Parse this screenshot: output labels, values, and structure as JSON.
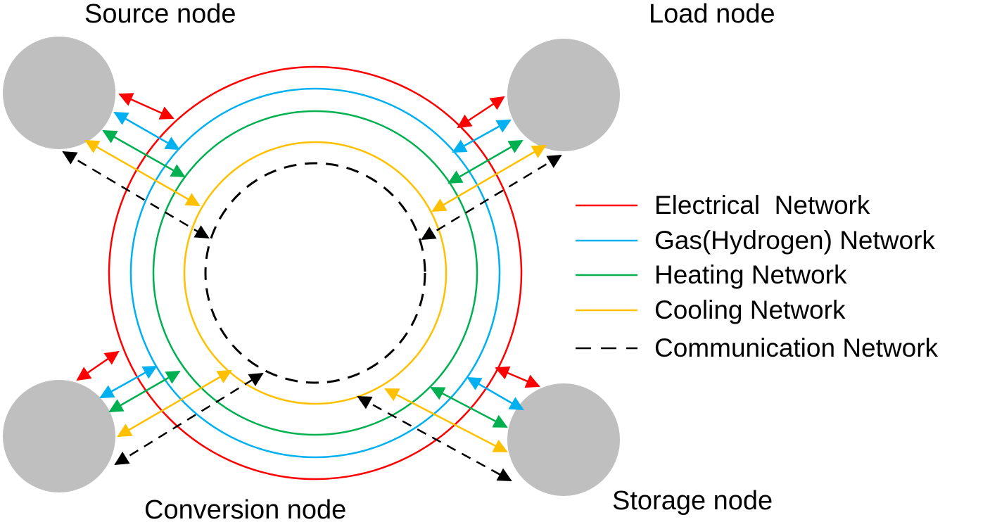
{
  "nodes": {
    "source": {
      "label": "Source node"
    },
    "load": {
      "label": "Load node"
    },
    "conversion": {
      "label": "Conversion node"
    },
    "storage": {
      "label": "Storage node"
    }
  },
  "networks": [
    {
      "key": "electrical",
      "label": "Electrical  Network",
      "color": "#ff0000",
      "dashed": false
    },
    {
      "key": "gas",
      "label": "Gas(Hydrogen) Network",
      "color": "#00b0f0",
      "dashed": false
    },
    {
      "key": "heating",
      "label": "Heating Network",
      "color": "#00b050",
      "dashed": false
    },
    {
      "key": "cooling",
      "label": "Cooling Network",
      "color": "#ffc000",
      "dashed": false
    },
    {
      "key": "communication",
      "label": "Communication Network",
      "color": "#000000",
      "dashed": true
    }
  ],
  "node_fill": "#bfbfbf"
}
